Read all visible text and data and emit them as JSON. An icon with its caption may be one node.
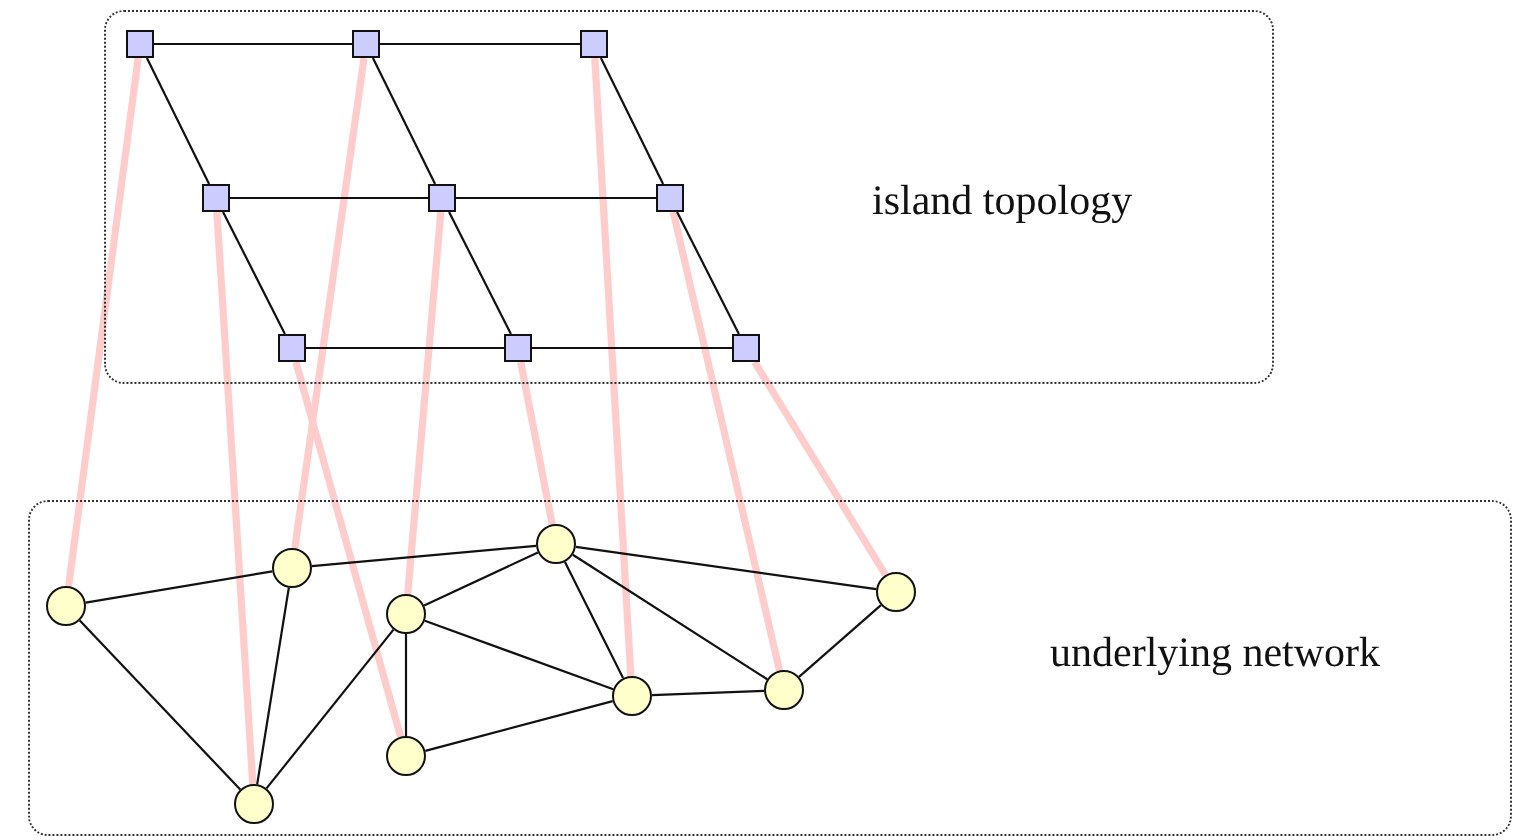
{
  "diagram": {
    "nodes": [
      {
        "text": [
          "island topology"
        ]
      },
      {
        "text": [
          "underlying network"
        ]
      },
      {
        "text": [],
        "shape": "box",
        "in": 0
      },
      {
        "text": [],
        "shape": "box",
        "in": 0
      },
      {
        "text": [],
        "shape": "box",
        "in": 0
      },
      {
        "text": [],
        "shape": "box",
        "in": 0
      },
      {
        "text": [],
        "shape": "box",
        "in": 0
      },
      {
        "text": [],
        "shape": "box",
        "in": 0
      },
      {
        "text": [],
        "shape": "box",
        "in": 0
      },
      {
        "text": [],
        "shape": "box",
        "in": 0
      },
      {
        "text": [],
        "shape": "box",
        "in": 0
      },
      {
        "text": [],
        "shape": "circle",
        "in": 1
      },
      {
        "text": [],
        "shape": "circle",
        "in": 1
      },
      {
        "text": [],
        "shape": "circle",
        "in": 1
      },
      {
        "text": [],
        "shape": "circle",
        "in": 1
      },
      {
        "text": [],
        "shape": "circle",
        "in": 1
      },
      {
        "text": [],
        "shape": "circle",
        "in": 1
      },
      {
        "text": [],
        "shape": "circle",
        "in": 1
      },
      {
        "text": [],
        "shape": "circle",
        "in": 1
      },
      {
        "text": [],
        "shape": "circle",
        "in": 1
      }
    ],
    "edges": [
      {
        "from": 2,
        "to": 11,
        "arrow": "none",
        "style": "thick",
        "color": "#ffcccc"
      },
      {
        "from": 3,
        "to": 13,
        "arrow": "none",
        "style": "thick",
        "color": "#ffcccc"
      },
      {
        "from": 4,
        "to": 17,
        "arrow": "none",
        "style": "thick",
        "color": "#ffcccc"
      },
      {
        "from": 5,
        "to": 12,
        "arrow": "none",
        "style": "thick",
        "color": "#ffcccc"
      },
      {
        "from": 6,
        "to": 14,
        "arrow": "none",
        "style": "thick",
        "color": "#ffcccc"
      },
      {
        "from": 7,
        "to": 18,
        "arrow": "none",
        "style": "thick",
        "color": "#ffcccc"
      },
      {
        "from": 8,
        "to": 15,
        "arrow": "none",
        "style": "thick",
        "color": "#ffcccc"
      },
      {
        "from": 9,
        "to": 16,
        "arrow": "none",
        "style": "thick",
        "color": "#ffcccc"
      },
      {
        "from": 10,
        "to": 19,
        "arrow": "none",
        "style": "thick",
        "color": "#ffcccc"
      },
      {
        "from": 2,
        "to": 3,
        "arrow": "none"
      },
      {
        "from": 3,
        "to": 4,
        "arrow": "none"
      },
      {
        "from": 5,
        "to": 6,
        "arrow": "none"
      },
      {
        "from": 6,
        "to": 7,
        "arrow": "none"
      },
      {
        "from": 8,
        "to": 9,
        "arrow": "none"
      },
      {
        "from": 9,
        "to": 10,
        "arrow": "none"
      },
      {
        "from": 2,
        "to": 5,
        "arrow": "none"
      },
      {
        "from": 5,
        "to": 8,
        "arrow": "none"
      },
      {
        "from": 3,
        "to": 6,
        "arrow": "none"
      },
      {
        "from": 6,
        "to": 9,
        "arrow": "none"
      },
      {
        "from": 4,
        "to": 7,
        "arrow": "none"
      },
      {
        "from": 7,
        "to": 10,
        "arrow": "none"
      },
      {
        "from": 11,
        "to": 13,
        "arrow": "none"
      },
      {
        "from": 11,
        "to": 12,
        "arrow": "none"
      },
      {
        "from": 13,
        "to": 16,
        "arrow": "none"
      },
      {
        "from": 13,
        "to": 12,
        "arrow": "none"
      },
      {
        "from": 16,
        "to": 14,
        "arrow": "none"
      },
      {
        "from": 16,
        "to": 17,
        "arrow": "none"
      },
      {
        "from": 16,
        "to": 18,
        "arrow": "none"
      },
      {
        "from": 16,
        "to": 19,
        "arrow": "none"
      },
      {
        "from": 14,
        "to": 12,
        "arrow": "none"
      },
      {
        "from": 14,
        "to": 15,
        "arrow": "none"
      },
      {
        "from": 14,
        "to": 17,
        "arrow": "none"
      },
      {
        "from": 15,
        "to": 17,
        "arrow": "none"
      },
      {
        "from": 17,
        "to": 18,
        "arrow": "none"
      },
      {
        "from": 18,
        "to": 19,
        "arrow": "none"
      }
    ]
  }
}
